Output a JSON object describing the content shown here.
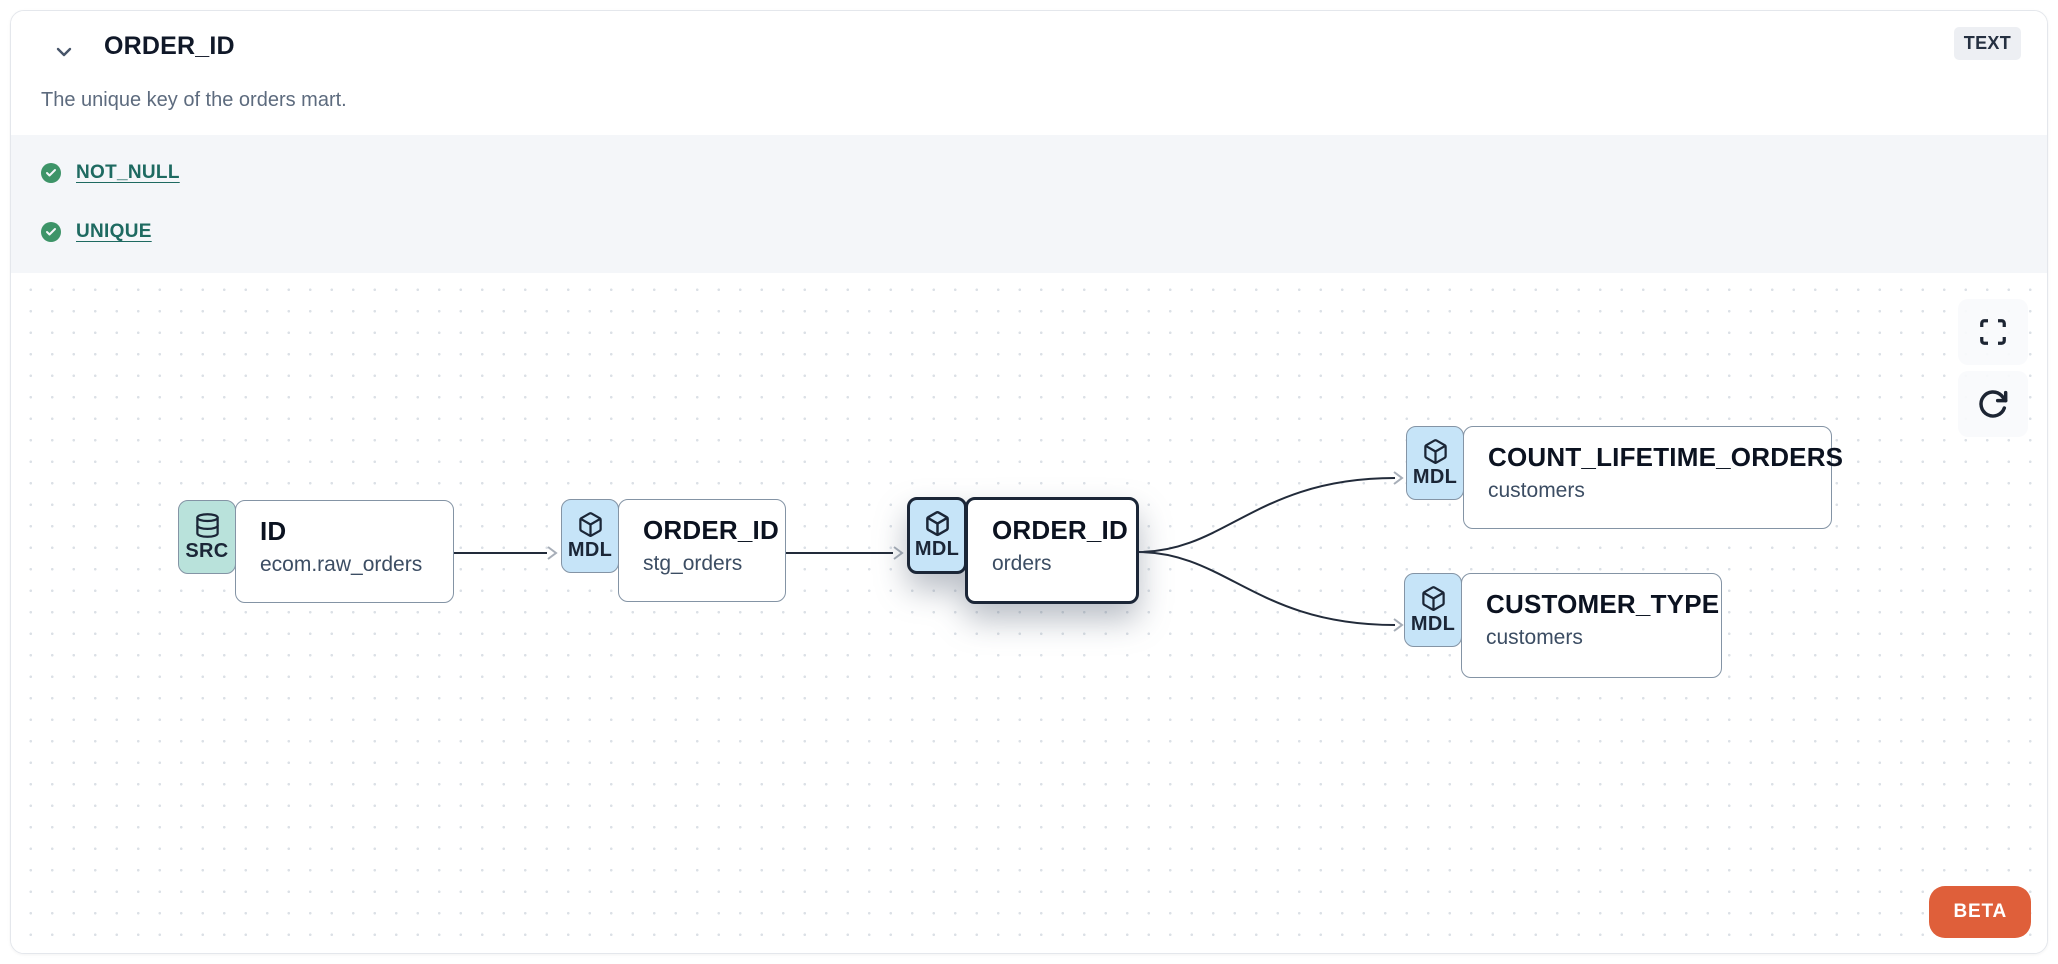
{
  "header": {
    "title": "ORDER_ID",
    "type_badge": "TEXT",
    "description": "The unique key of the orders mart."
  },
  "tests": [
    {
      "name": "NOT_NULL",
      "status": "pass"
    },
    {
      "name": "UNIQUE",
      "status": "pass"
    }
  ],
  "lineage": {
    "nodes": [
      {
        "id": "src",
        "badge": "SRC",
        "icon": "database-icon",
        "title": "ID",
        "subtitle": "ecom.raw_orders",
        "highlighted": false
      },
      {
        "id": "stg",
        "badge": "MDL",
        "icon": "cube-icon",
        "title": "ORDER_ID",
        "subtitle": "stg_orders",
        "highlighted": false
      },
      {
        "id": "orders",
        "badge": "MDL",
        "icon": "cube-icon",
        "title": "ORDER_ID",
        "subtitle": "orders",
        "highlighted": true
      },
      {
        "id": "count",
        "badge": "MDL",
        "icon": "cube-icon",
        "title": "COUNT_LIFETIME_ORDERS",
        "subtitle": "customers",
        "highlighted": false
      },
      {
        "id": "ctype",
        "badge": "MDL",
        "icon": "cube-icon",
        "title": "CUSTOMER_TYPE",
        "subtitle": "customers",
        "highlighted": false
      }
    ],
    "edges": [
      {
        "from": "ID (ecom.raw_orders)",
        "to": "ORDER_ID (stg_orders)"
      },
      {
        "from": "ORDER_ID (stg_orders)",
        "to": "ORDER_ID (orders)"
      },
      {
        "from": "ORDER_ID (orders)",
        "to": "COUNT_LIFETIME_ORDERS (customers)"
      },
      {
        "from": "ORDER_ID (orders)",
        "to": "CUSTOMER_TYPE (customers)"
      }
    ]
  },
  "controls": {
    "icons": [
      "fullscreen-icon",
      "refresh-icon"
    ]
  },
  "beta_label": "BETA",
  "colors": {
    "accent_teal_link": "#1e6a61",
    "check_green": "#3d9468",
    "src_badge_bg": "#b9e2db",
    "mdl_badge_bg": "#c6e4f8",
    "node_border": "#8494a5",
    "highlight_border": "#1b2637",
    "beta_orange": "#df5f3a",
    "tests_section_bg": "#f4f6f9",
    "type_badge_bg": "#edeff3"
  }
}
